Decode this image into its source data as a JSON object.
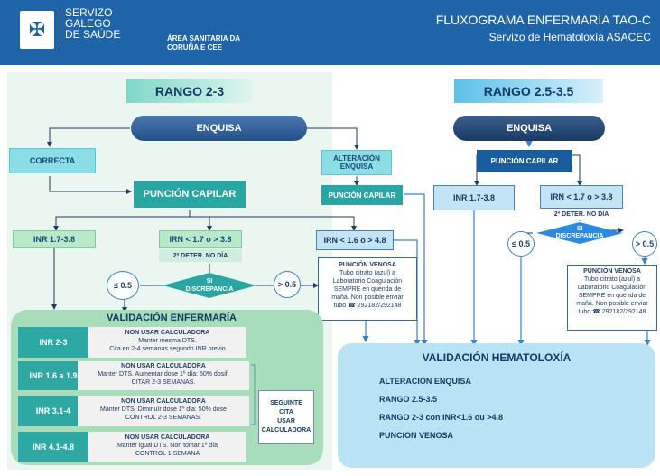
{
  "header": {
    "logo_glyph": "✠",
    "org": [
      "SERVIZO",
      "GALEGO",
      "DE SAÚDE"
    ],
    "area": [
      "ÁREA SANITARIA DA",
      "CORUÑA E CEE"
    ],
    "title": "FLUXOGRAMA ENFERMARÍA TAO-C",
    "subtitle": "Servizo de Hematoloxía ASACEC"
  },
  "left": {
    "range": "RANGO 2-3",
    "enquisa": "ENQUISA",
    "correcta": "CORRECTA",
    "alteracion": [
      "ALTERACIÓN",
      "ENQUISA"
    ],
    "puncion_capilar": "PUNCIÓN CAPILAR",
    "puncion_capilar_right": "PUNCIÓN CAPILAR",
    "inr_ok": "INR 1.7-3.8",
    "inr_out": "IRN < 1.7 o > 3.8",
    "det": "2ª DETER. NO DÍA",
    "irn_16": "IRN < 1.6 o > 4.8",
    "discrepancia": [
      "SI",
      "DISCREPANCIA"
    ],
    "le05": "≤ 0.5",
    "gt05": "> 0.5",
    "venosa_title": "PUNCIÓN VENOSA",
    "venosa_text": [
      "Tubo citrato (azul) a",
      "Laboratorio Coagulación",
      "SEMPRE en quenda de",
      "mañá. Non posible enviar",
      "tubo ☎ 292182/292148"
    ],
    "validacion": "VALIDACIÓN ENFERMARÍA",
    "rows": [
      {
        "label": "INR 2-3",
        "lines": [
          "NON USAR CALCULADORA",
          "Manter mesma DTS.",
          "Cita en 2-4 semanas segundo INR previo"
        ]
      },
      {
        "label": "INR 1.6 a 1.9",
        "lines": [
          "NON USAR CALCULADORA",
          "Manter DTS.  Aumentar dose 1º día: 50% dosif.",
          "CITAR 2-3 SEMANAS."
        ]
      },
      {
        "label": "INR 3.1-4",
        "lines": [
          "NON USAR CALCULADORA",
          "Manter DTS. Diminuír dose 1º día: 50% dose",
          "CONTROL 2-3 SEMANAS."
        ]
      },
      {
        "label": "INR 4.1-4.8",
        "lines": [
          "NON USAR CALCULADORA",
          "Manter igual DTS. Non tomar 1º día",
          "CONTROL 1 SEMANA"
        ]
      }
    ],
    "seguinte": [
      "SEGUINTE",
      "CITA",
      "USAR",
      "CALCULADORA"
    ]
  },
  "right": {
    "range": "RANGO 2.5-3.5",
    "enquisa": "ENQUISA",
    "puncion_capilar": "PUNCIÓN CAPILAR",
    "inr_ok": "INR 1.7-3.8",
    "inr_out": "IRN < 1.7 o > 3.8",
    "det": "2ª  DETER. NO DÍA",
    "discrepancia": [
      "SI",
      "DISCREPANCIA"
    ],
    "le05": "≤ 0.5",
    "gt05": "> 0.5",
    "venosa_title": "PUNCIÓN VENOSA",
    "venosa_text": [
      "Tubo citrato (azul) a",
      "Laboratorio Coagulación",
      "SEMPRE en quenda de",
      "mañá. Non posible enviar",
      "tubo ☎ 292182/292148"
    ],
    "validacion": "VALIDACIÓN HEMATOLOXÍA",
    "items": [
      "ALTERACIÓN ENQUISA",
      "RANGO 2.5-3.5",
      "RANGO 2-3 con INR<1.6 ou >4.8",
      "PUNCION VENOSA"
    ]
  }
}
